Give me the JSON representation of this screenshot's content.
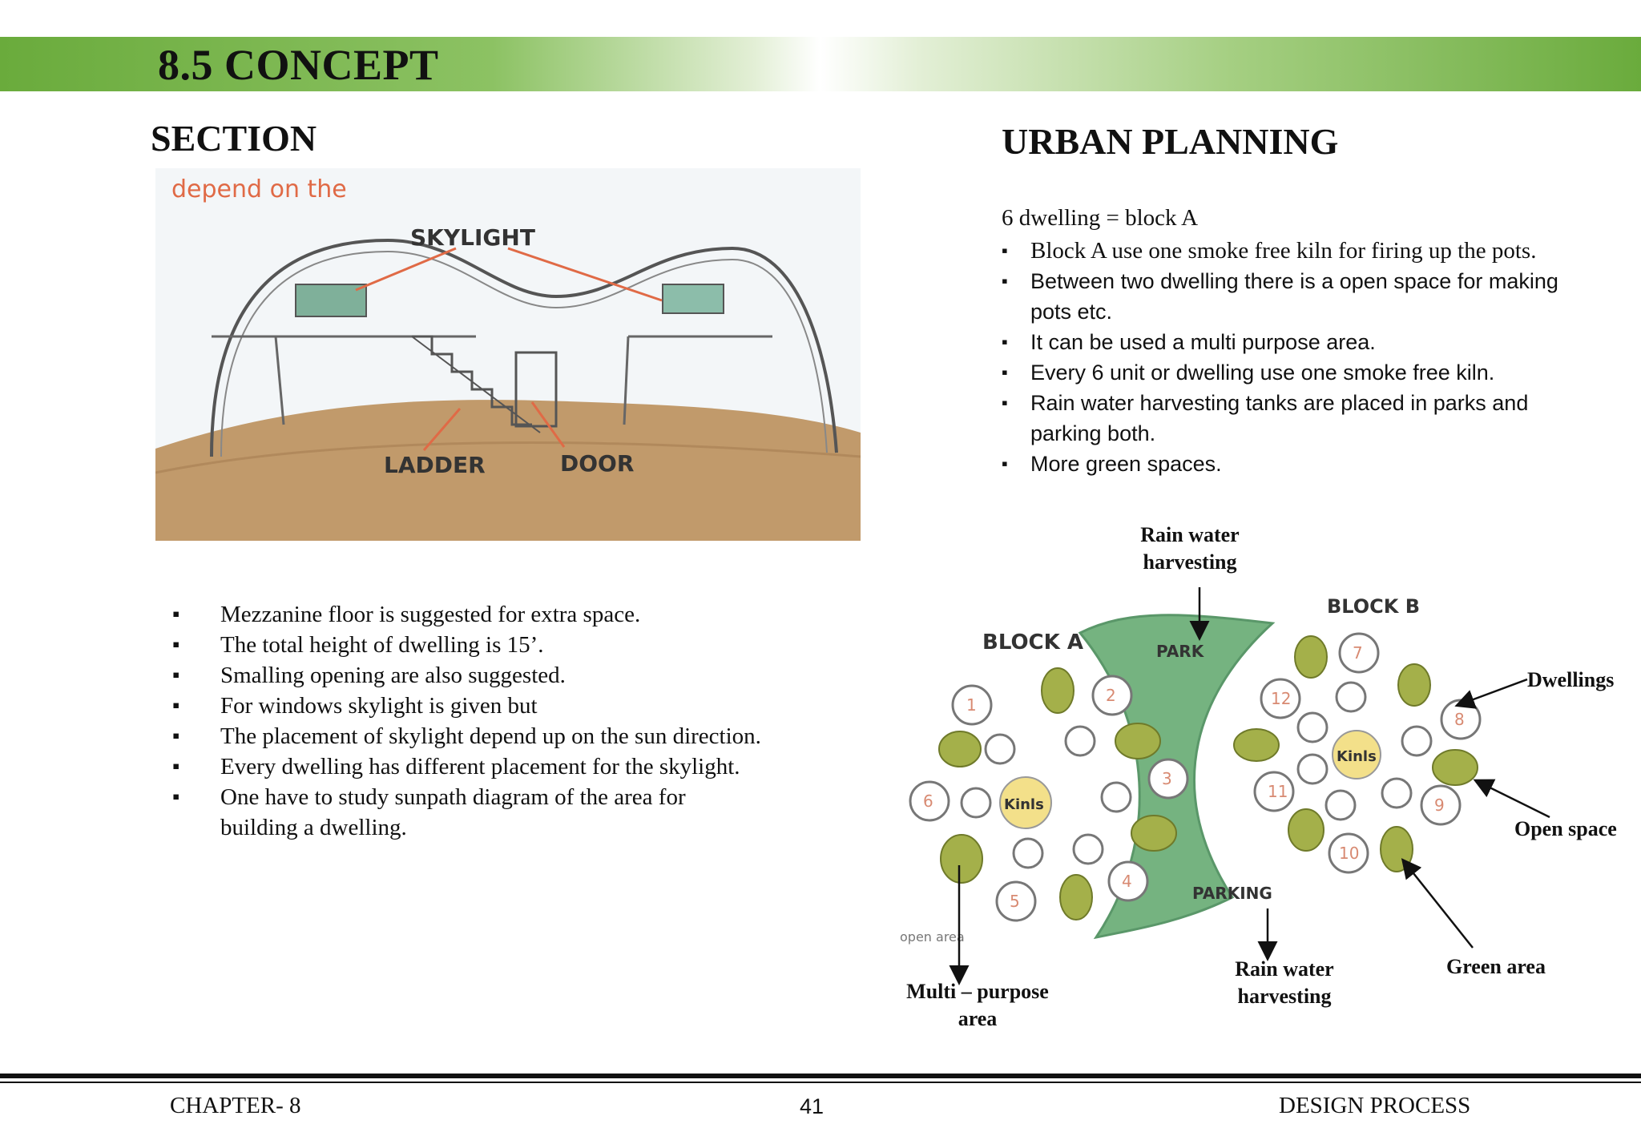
{
  "header": {
    "title": "8.5 CONCEPT"
  },
  "section": {
    "title": "SECTION",
    "sketch_labels": {
      "skylight": "SKYLIGHT",
      "ladder": "LADDER",
      "door": "DOOR",
      "note": "depend on the"
    },
    "bullets": [
      "Mezzanine floor is suggested for extra space.",
      "The total height of dwelling is 15’.",
      "Smalling opening are also suggested.",
      "For windows skylight is given but",
      "The placement of skylight depend up on the sun direction.",
      "Every dwelling has different placement for the skylight.",
      "One have to study sunpath diagram of the area for building a dwelling."
    ]
  },
  "urban": {
    "title": "URBAN PLANNING",
    "intro": "6 dwelling = block A",
    "bullets": [
      "Block A use one smoke free kiln for firing up the pots.",
      "Between  two dwelling there is a open space for making pots etc.",
      "It can be used a multi purpose area.",
      "Every 6 unit or dwelling use one smoke free kiln.",
      "Rain water harvesting tanks are placed in parks and parking both.",
      "More green spaces."
    ],
    "plan_labels": {
      "block_a": "BLOCK A",
      "block_b": "BLOCK B",
      "park": "PARK",
      "parking": "PARKING",
      "kiln": "Kinls",
      "open_area": "open area",
      "units": [
        "1",
        "2",
        "3",
        "4",
        "5",
        "6",
        "7",
        "8",
        "9",
        "10",
        "11",
        "12"
      ]
    },
    "callouts": {
      "rain_top": "Rain water harvesting",
      "dwellings": "Dwellings",
      "open_space": "Open space",
      "green_area": "Green area",
      "rain_bottom": "Rain water harvesting",
      "multi_purpose": "Multi – purpose area"
    }
  },
  "footer": {
    "left": "CHAPTER- 8",
    "center": "41",
    "right": "DESIGN PROCESS"
  }
}
